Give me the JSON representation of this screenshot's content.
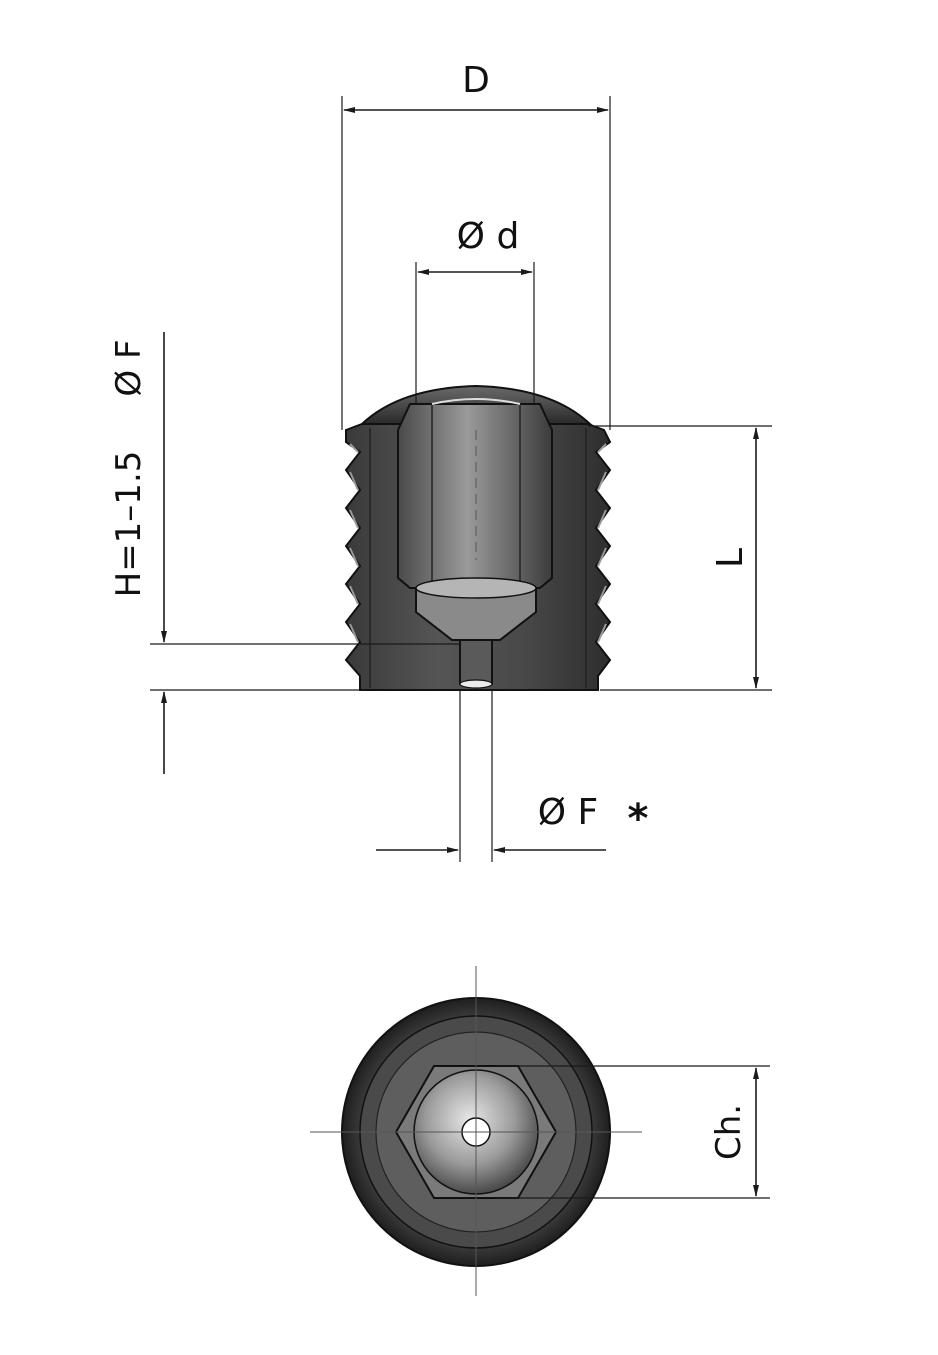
{
  "drawing": {
    "side_view": {
      "dimensions": {
        "D": "D",
        "d": "Ø d",
        "L": "L",
        "H": "H=1–1.5",
        "F_left": "Ø F",
        "F_bottom": "Ø F",
        "F_star": "*"
      }
    },
    "top_view": {
      "dimensions": {
        "Ch": "Ch."
      }
    }
  },
  "colors": {
    "body_dark": "#3a3a3a",
    "body_light": "#6a6a6a",
    "edge": "#111111",
    "cavity_mid": "#8c8c8c"
  }
}
